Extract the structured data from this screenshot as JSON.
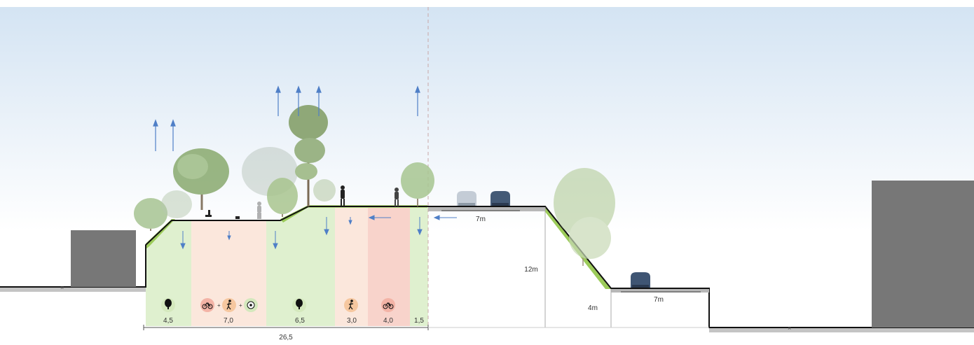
{
  "section": {
    "zones": [
      {
        "width": "4,5",
        "use": "green",
        "icon": "tree-icon",
        "color": "#dff0cf",
        "badge": "#d4e8bd"
      },
      {
        "width": "7,0",
        "use": "bike-walk-play",
        "icons": [
          "bicycle-icon",
          "pedestrian-icon",
          "ball-icon"
        ],
        "color": "#fbe7dc",
        "badge": "#f3b3a6"
      },
      {
        "width": "6,5",
        "use": "green",
        "icon": "tree-icon",
        "color": "#dff0cf",
        "badge": "#d4e8bd"
      },
      {
        "width": "3,0",
        "use": "walk",
        "icon": "pedestrian-icon",
        "color": "#fbe7dc",
        "badge": "#f6c79f"
      },
      {
        "width": "4,0",
        "use": "bike",
        "icon": "bicycle-icon",
        "color": "#f8d3cb",
        "badge": "#f3b3a6"
      },
      {
        "width": "1,5",
        "use": "green",
        "color": "#dff0cf"
      }
    ],
    "total_width": "26,5",
    "road_upper": "7m",
    "road_lower": "7m",
    "height_upper": "12m",
    "height_lower": "4m"
  },
  "colors": {
    "building": "#777777",
    "sky_top": "#dbe8f5",
    "green_edge": "#9ccb5a",
    "road": "#b8b8b8",
    "car_dark": "#445a76",
    "car_light": "#c4ccd6",
    "arrow": "#4f7fc7"
  }
}
